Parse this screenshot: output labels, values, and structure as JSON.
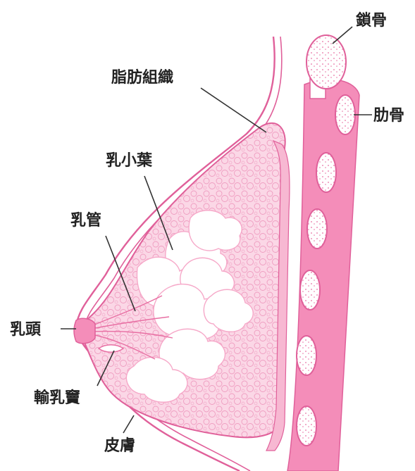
{
  "labels": {
    "clavicle": "鎖骨",
    "fat_tissue": "脂肪組織",
    "rib": "肋骨",
    "lobule": "乳小葉",
    "duct": "乳管",
    "nipple": "乳頭",
    "sinus": "輸乳竇",
    "skin": "皮膚"
  },
  "colors": {
    "background": "#ffffff",
    "skin_outline": "#e0609a",
    "tissue_fill": "#fbd7e6",
    "tissue_texture": "#ef9cc0",
    "lobule_fill": "#ffffff",
    "lobule_shade": "#f6a9c9",
    "muscle_band": "#f7b8d2",
    "chest_wall": "#f48db9",
    "rib_fill": "#ffffff",
    "label_text": "#222222",
    "leader_line": "#333333"
  }
}
